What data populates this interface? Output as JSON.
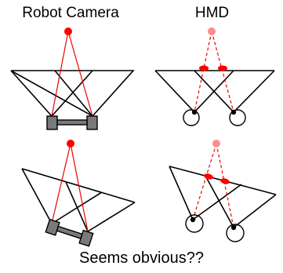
{
  "headers": {
    "left": "Robot Camera",
    "right": "HMD"
  },
  "caption": "Seems obvious??",
  "colors": {
    "line": "#000000",
    "ray": "#ff0000",
    "ray_faint": "#ff8c8c",
    "camera_body": "#7a7a7a"
  },
  "panels": [
    {
      "kind": "camera",
      "view": "aligned"
    },
    {
      "kind": "hmd",
      "view": "aligned"
    },
    {
      "kind": "camera",
      "view": "rotated"
    },
    {
      "kind": "hmd",
      "view": "rotated"
    }
  ]
}
